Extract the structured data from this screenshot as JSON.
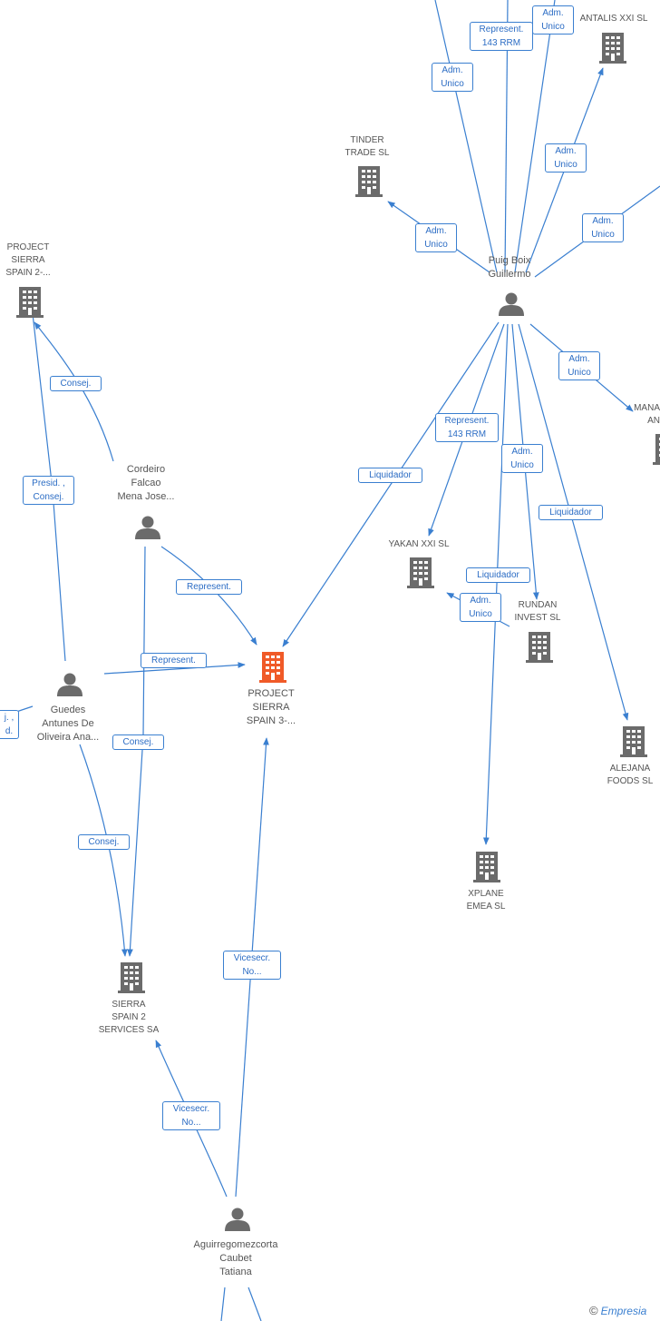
{
  "nodes": {
    "tinder": {
      "line1": "TINDER",
      "line2": "TRADE  SL"
    },
    "antalis": {
      "line1": "ANTALIS XXI SL"
    },
    "project2": {
      "line1": "PROJECT",
      "line2": "SIERRA",
      "line3": "SPAIN 2-..."
    },
    "puig": {
      "line1": "Puig Boix",
      "line2": "Guillermo"
    },
    "mana": {
      "line1": "MANA",
      "line2": "AN"
    },
    "cordeiro": {
      "line1": "Cordeiro",
      "line2": "Falcao",
      "line3": "Mena Jose..."
    },
    "yakan": {
      "line1": "YAKAN XXI  SL"
    },
    "rundan": {
      "line1": "RUNDAN",
      "line2": "INVEST  SL"
    },
    "project3": {
      "line1": "PROJECT",
      "line2": "SIERRA",
      "line3": "SPAIN 3-..."
    },
    "guedes": {
      "line1": "Guedes",
      "line2": "Antunes De",
      "line3": "Oliveira Ana..."
    },
    "alejana": {
      "line1": "ALEJANA",
      "line2": "FOODS SL"
    },
    "xplane": {
      "line1": "XPLANE",
      "line2": "EMEA SL"
    },
    "sierra2": {
      "line1": "SIERRA",
      "line2": "SPAIN 2",
      "line3": "SERVICES SA"
    },
    "aguirre": {
      "line1": "Aguirregomezcorta",
      "line2": "Caubet",
      "line3": "Tatiana"
    }
  },
  "edge_labels": {
    "adm_unico": "Adm. Unico",
    "adm_line1": "Adm.",
    "adm_line2": "Unico",
    "rep143_line1": "Represent.",
    "rep143_line2": "143 RRM",
    "consej": "Consej.",
    "presid_line1": "Presid. ,",
    "presid_line2": "Consej.",
    "liquidador": "Liquidador",
    "represent": "Represent.",
    "vicesecr_line1": "Vicesecr.",
    "vicesecr_line2": "No...",
    "cut_line1": "j. ,",
    "cut_line2": "d."
  },
  "watermark": {
    "symbol": "©",
    "brand": "Empresia"
  },
  "colors": {
    "edge": "#3a7fd0",
    "focus": "#f05a28",
    "node": "#6b6b6b"
  }
}
